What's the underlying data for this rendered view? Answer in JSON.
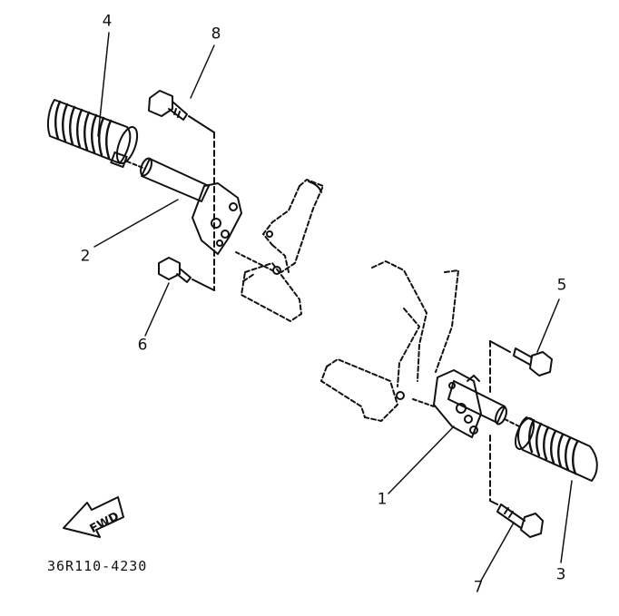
{
  "diagram": {
    "callouts": [
      {
        "id": "c1",
        "label": "1"
      },
      {
        "id": "c2",
        "label": "2"
      },
      {
        "id": "c3",
        "label": "3"
      },
      {
        "id": "c4",
        "label": "4"
      },
      {
        "id": "c5",
        "label": "5"
      },
      {
        "id": "c6",
        "label": "6"
      },
      {
        "id": "c7",
        "label": "7"
      },
      {
        "id": "c8",
        "label": "8"
      }
    ],
    "fwd_label": "FWD",
    "part_code": "36R110-4230"
  },
  "colors": {
    "ink": "#111111",
    "paper": "#ffffff"
  }
}
